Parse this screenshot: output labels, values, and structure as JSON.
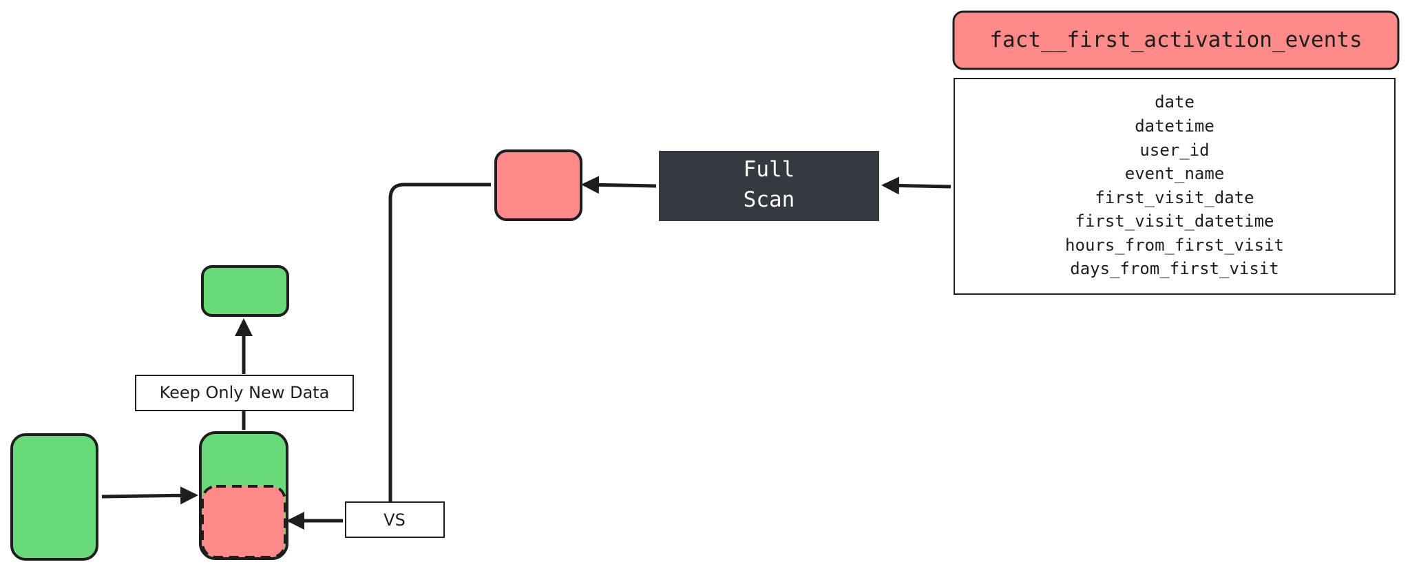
{
  "colors": {
    "red": "#ff8a8a",
    "green": "#69da7a",
    "dark": "#343a40",
    "stroke": "#1e1e1e",
    "white": "#ffffff"
  },
  "table": {
    "title": "fact__first_activation_events",
    "columns": [
      "date",
      "datetime",
      "user_id",
      "event_name",
      "first_visit_date",
      "first_visit_datetime",
      "hours_from_first_visit",
      "days_from_first_visit"
    ]
  },
  "labels": {
    "full_scan_line1": "Full",
    "full_scan_line2": "Scan",
    "vs": "VS",
    "keep_only_new_data": "Keep Only New Data"
  }
}
